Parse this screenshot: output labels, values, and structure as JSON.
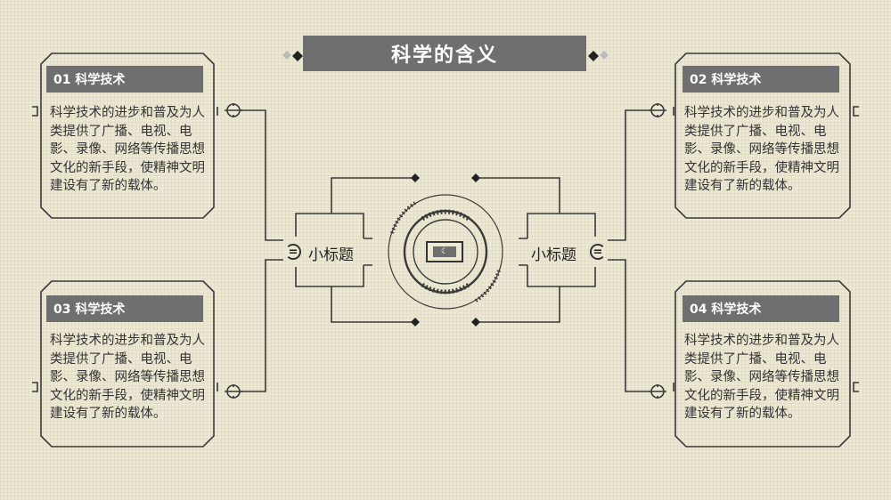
{
  "title": "科学的含义",
  "cards": [
    {
      "heading": "01 科学技术",
      "body": "科学技术的进步和普及为人类提供了广播、电视、电影、录像、网络等传播思想文化的新手段，使精神文明建设有了新的载体。"
    },
    {
      "heading": "02 科学技术",
      "body": "科学技术的进步和普及为人类提供了广播、电视、电影、录像、网络等传播思想文化的新手段，使精神文明建设有了新的载体。"
    },
    {
      "heading": "03 科学技术",
      "body": "科学技术的进步和普及为人类提供了广播、电视、电影、录像、网络等传播思想文化的新手段，使精神文明建设有了新的载体。"
    },
    {
      "heading": "04 科学技术",
      "body": "科学技术的进步和普及为人类提供了广播、电视、电影、录像、网络等传播思想文化的新手段，使精神文明建设有了新的载体。"
    }
  ],
  "subtitles": {
    "left": "小标题",
    "right": "小标题"
  },
  "center_glyph": "☾",
  "colors": {
    "background": "#ece8d3",
    "header_fill": "#6f6f6f",
    "line": "#3a3a3a"
  }
}
